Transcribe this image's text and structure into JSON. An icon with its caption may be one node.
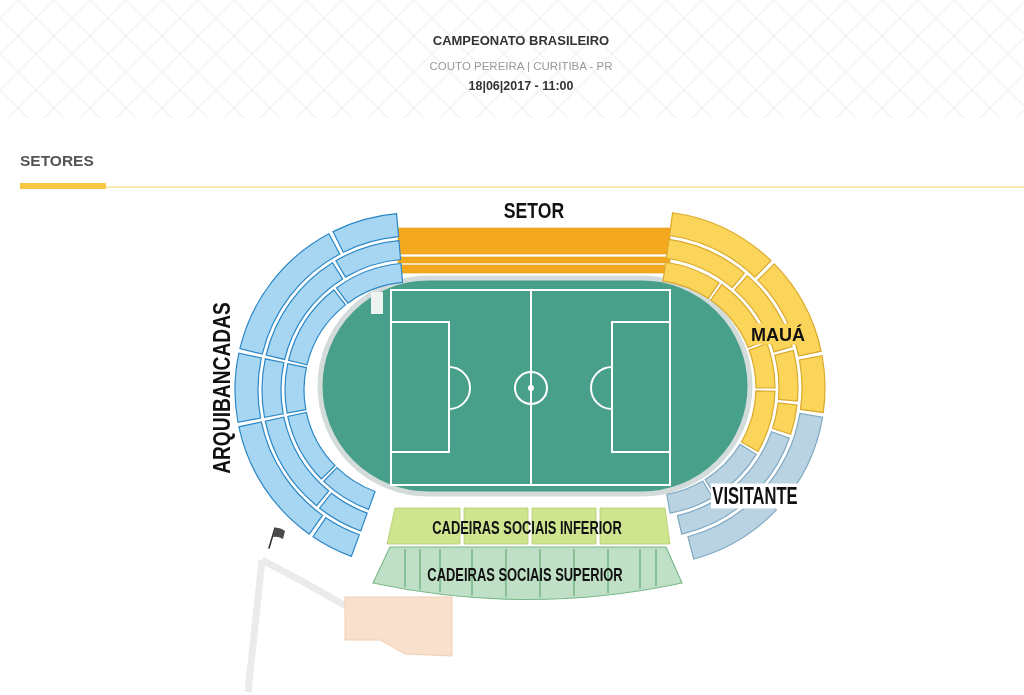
{
  "diagram": {
    "title": "CAMPEONATO BRASILEIRO",
    "nodes": [
      {
        "text": [
          "SETOR"
        ]
      },
      {
        "text": [
          "ARQUIBANCADAS"
        ]
      },
      {
        "text": [
          "MAUÁ"
        ]
      },
      {
        "text": [
          "VISITANTE"
        ]
      },
      {
        "text": [
          "CADEIRAS SOCIAIS INFERIOR"
        ]
      },
      {
        "text": [
          "CADEIRAS SOCIAIS SUPERIOR"
        ]
      },
      {
        "text": [],
        "shape": "box"
      }
    ],
    "labels": [
      "COUTO PEREIRA | CURITIBA - PR",
      "18|06|2017 - 11:00",
      "SETORES"
    ]
  }
}
